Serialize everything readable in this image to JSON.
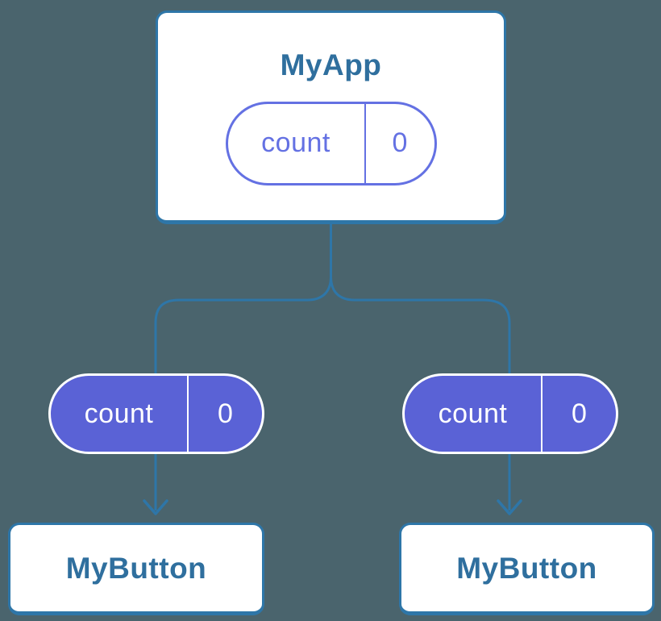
{
  "diagram": {
    "root": {
      "title": "MyApp",
      "state": {
        "key": "count",
        "value": "0"
      }
    },
    "children": [
      {
        "title": "MyButton",
        "prop": {
          "key": "count",
          "value": "0"
        }
      },
      {
        "title": "MyButton",
        "prop": {
          "key": "count",
          "value": "0"
        }
      }
    ],
    "colors": {
      "background": "#4a646d",
      "line": "#2e76a8",
      "card_bg": "#ffffff",
      "heading_text": "#2f6f9e",
      "pill_fill": "#5a62d6",
      "pill_text_on_fill": "#ffffff",
      "pill_outline": "#6471e3"
    }
  }
}
